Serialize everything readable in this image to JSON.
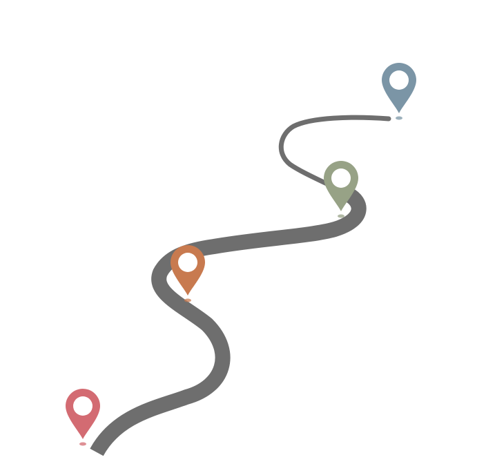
{
  "diagram": {
    "type": "roadmap-milestones",
    "road_color": "#6e6e6e",
    "milestones": [
      {
        "id": "milestone-1",
        "icon": "map-pin-icon",
        "color": "#d36b72"
      },
      {
        "id": "milestone-2",
        "icon": "map-pin-icon",
        "color": "#c87a4f"
      },
      {
        "id": "milestone-3",
        "icon": "map-pin-icon",
        "color": "#97a286"
      },
      {
        "id": "milestone-4",
        "icon": "map-pin-icon",
        "color": "#7b95a6"
      }
    ]
  }
}
